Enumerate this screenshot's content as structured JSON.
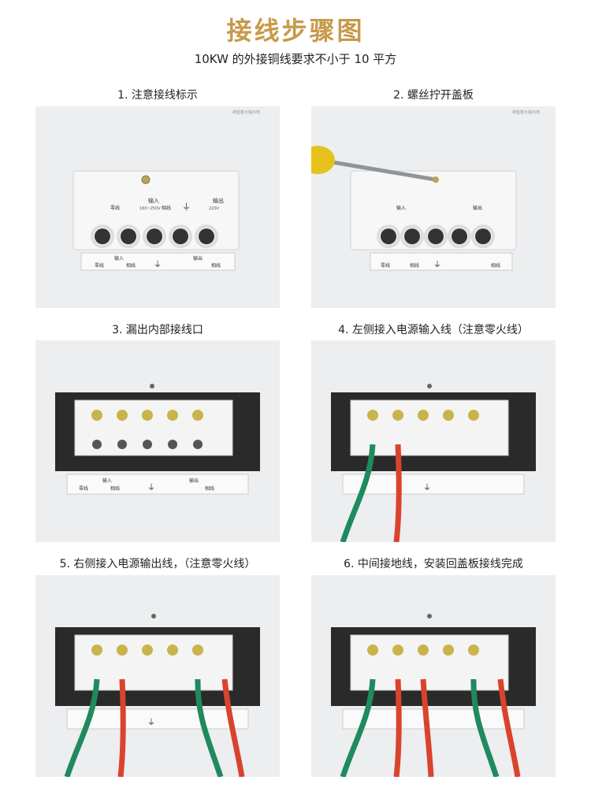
{
  "header": {
    "title": "接线步骤图",
    "subtitle": "10KW 的外接铜线要求不小于 10 平方"
  },
  "steps": [
    {
      "label": "1. 注意接线标示"
    },
    {
      "label": "2. 螺丝拧开盖板"
    },
    {
      "label": "3. 漏出内部接线口"
    },
    {
      "label": "4. 左侧接入电源输入线（注意零火线）"
    },
    {
      "label": "5. 右侧接入电源输出线，（注意零火线）"
    },
    {
      "label": "6. 中间接地线，安装回盖板接线完成"
    }
  ],
  "panel": {
    "top_text": "续座着大输出电",
    "input_label": "输入",
    "input_voltage": "160~250V",
    "output_label": "输出",
    "output_voltage": "220V",
    "neutral": "零线",
    "live": "相线",
    "earth_symbol": "⏚"
  },
  "colors": {
    "title": "#c79a4a",
    "green_wire": "#1f8a5e",
    "red_wire": "#d9432e",
    "panel_bg": "#eceef0",
    "plate": "#f7f7f7",
    "screw": "#c8b44a"
  }
}
